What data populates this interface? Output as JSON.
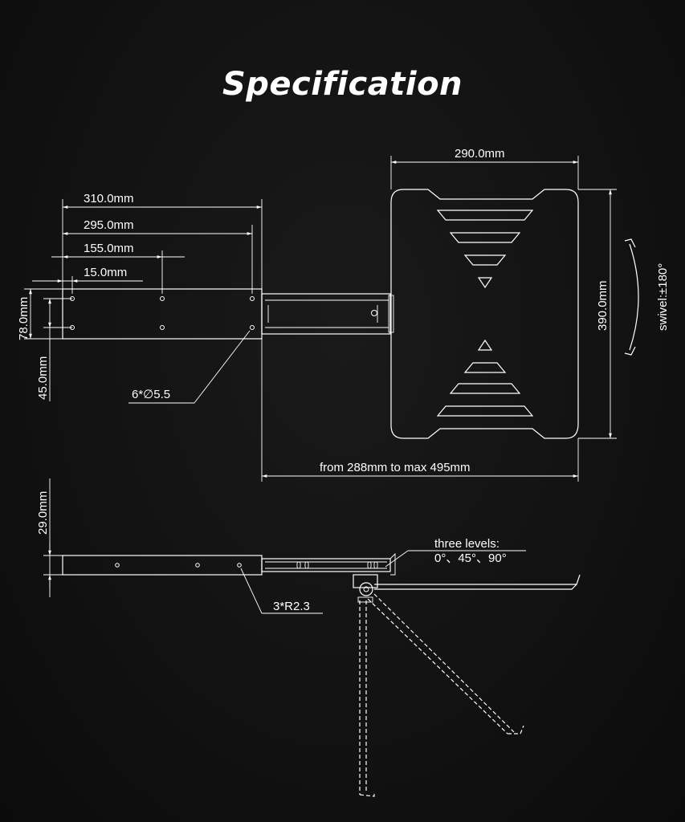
{
  "title": "Specification",
  "top_view": {
    "dim_310": "310.0mm",
    "dim_295": "295.0mm",
    "dim_155": "155.0mm",
    "dim_15": "15.0mm",
    "dim_78": "78.0mm",
    "dim_45": "45.0mm",
    "holes_label": "6*∅5.5",
    "plate_width": "290.0mm",
    "plate_height": "390.0mm",
    "swivel": "swivel:±180°",
    "extension": "from 288mm to max 495mm"
  },
  "side_view": {
    "dim_29": "29.0mm",
    "levels_title": "three levels:",
    "levels_values": "0°、45°、90°",
    "radius_label": "3*R2.3"
  }
}
